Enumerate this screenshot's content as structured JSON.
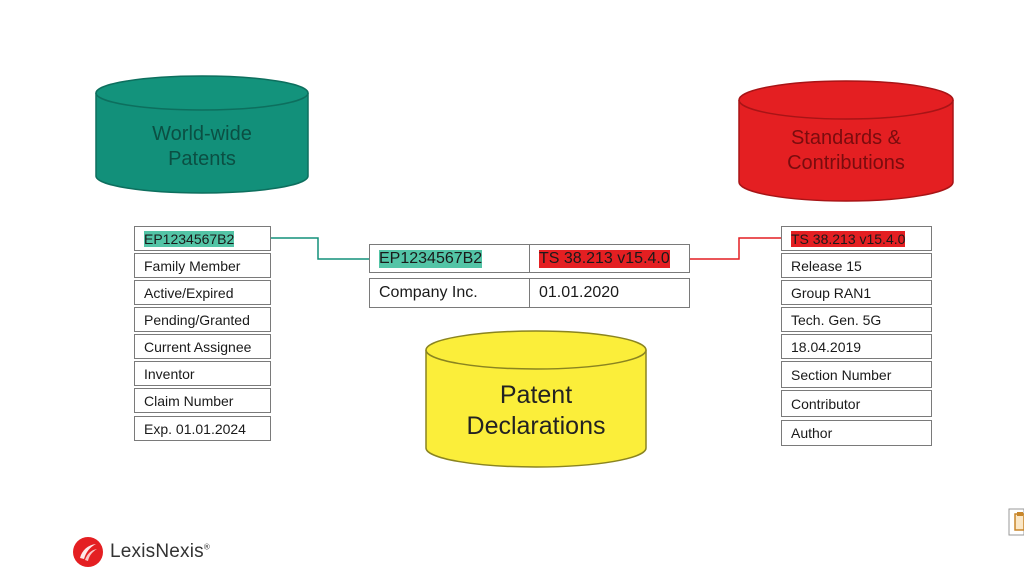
{
  "cylinders": {
    "patents": {
      "line1": "World-wide",
      "line2": "Patents",
      "color": "#12907a"
    },
    "standards": {
      "line1": "Standards &",
      "line2": "Contributions",
      "color": "#e41f22"
    },
    "declarations": {
      "line1": "Patent",
      "line2": "Declarations",
      "color": "#fbee3a"
    }
  },
  "patent_fields": [
    "EP1234567B2",
    "Family Member",
    "Active/Expired",
    "Pending/Granted",
    "Current Assignee",
    "Inventor",
    "Claim Number",
    "Exp. 01.01.2024"
  ],
  "standard_fields": [
    "TS 38.213 v15.4.0",
    "Release 15",
    "Group RAN1",
    "Tech. Gen. 5G",
    "18.04.2019",
    "Section Number",
    "Contributor",
    "Author"
  ],
  "declaration": {
    "patent": "EP1234567B2",
    "standard": "TS 38.213 v15.4.0",
    "company": "Company Inc.",
    "date": "01.01.2020"
  },
  "brand": {
    "name": "LexisNexis",
    "mark": "®",
    "color": "#e41f22"
  },
  "colors": {
    "green_highlight": "#53c4a6",
    "red_highlight": "#e41f22",
    "green_line": "#12907a",
    "red_line": "#e41f22"
  }
}
